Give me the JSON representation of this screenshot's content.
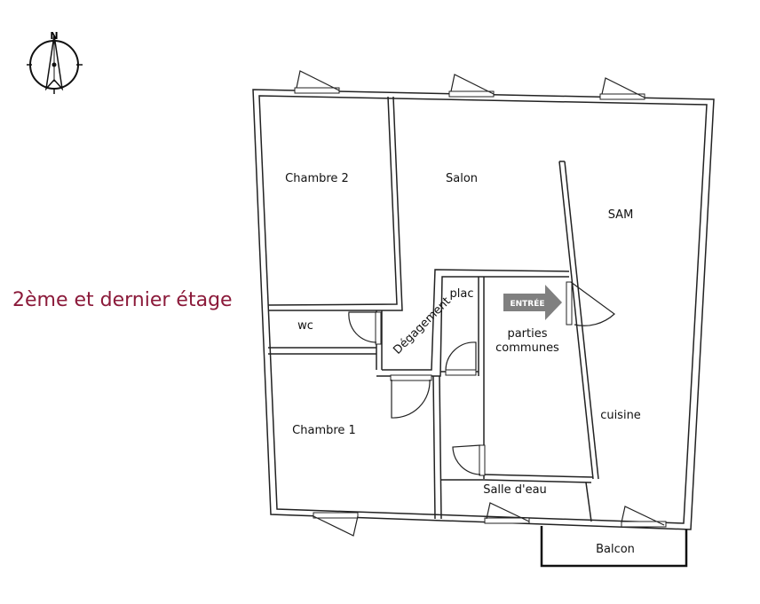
{
  "floor": {
    "title": "2ème et dernier étage",
    "title_color": "#8b1a3a"
  },
  "compass": {
    "north_label": "N"
  },
  "entrance": {
    "label": "ENTRÉE",
    "color": "#808080"
  },
  "rooms": {
    "chambre2": "Chambre 2",
    "salon": "Salon",
    "sam": "SAM",
    "wc": "wc",
    "plac": "plac",
    "degagement": "Dégagement",
    "parties1": "parties",
    "parties2": "communes",
    "cuisine": "cuisine",
    "chambre1": "Chambre 1",
    "salle_eau": "Salle d'eau",
    "balcon": "Balcon"
  }
}
